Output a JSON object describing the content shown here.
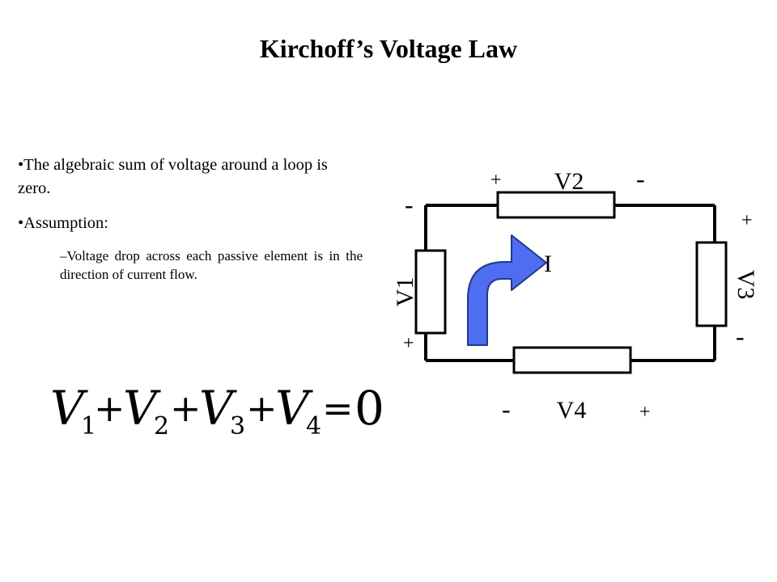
{
  "slide": {
    "title": "Kirchoff’s Voltage Law"
  },
  "bullets": {
    "item1": "•The algebraic sum of voltage around a loop is zero.",
    "item2": "•Assumption:",
    "sub1": "–Voltage drop across each passive element is in the direction of current flow."
  },
  "equation": {
    "v": "V",
    "plus": "+",
    "equals": "=",
    "subscript1": "1",
    "subscript2": "2",
    "subscript3": "3",
    "subscript4": "4",
    "rhs": "0"
  },
  "circuit": {
    "v1_label": "V1",
    "v2_label": "V2",
    "v3_label": "V3",
    "v4_label": "V4",
    "current_label": "I",
    "plus": "+",
    "minus": "-"
  },
  "colors": {
    "arrow_fill": "#4F6DF0",
    "arrow_stroke": "#1F3A8A",
    "wire": "#000000"
  }
}
